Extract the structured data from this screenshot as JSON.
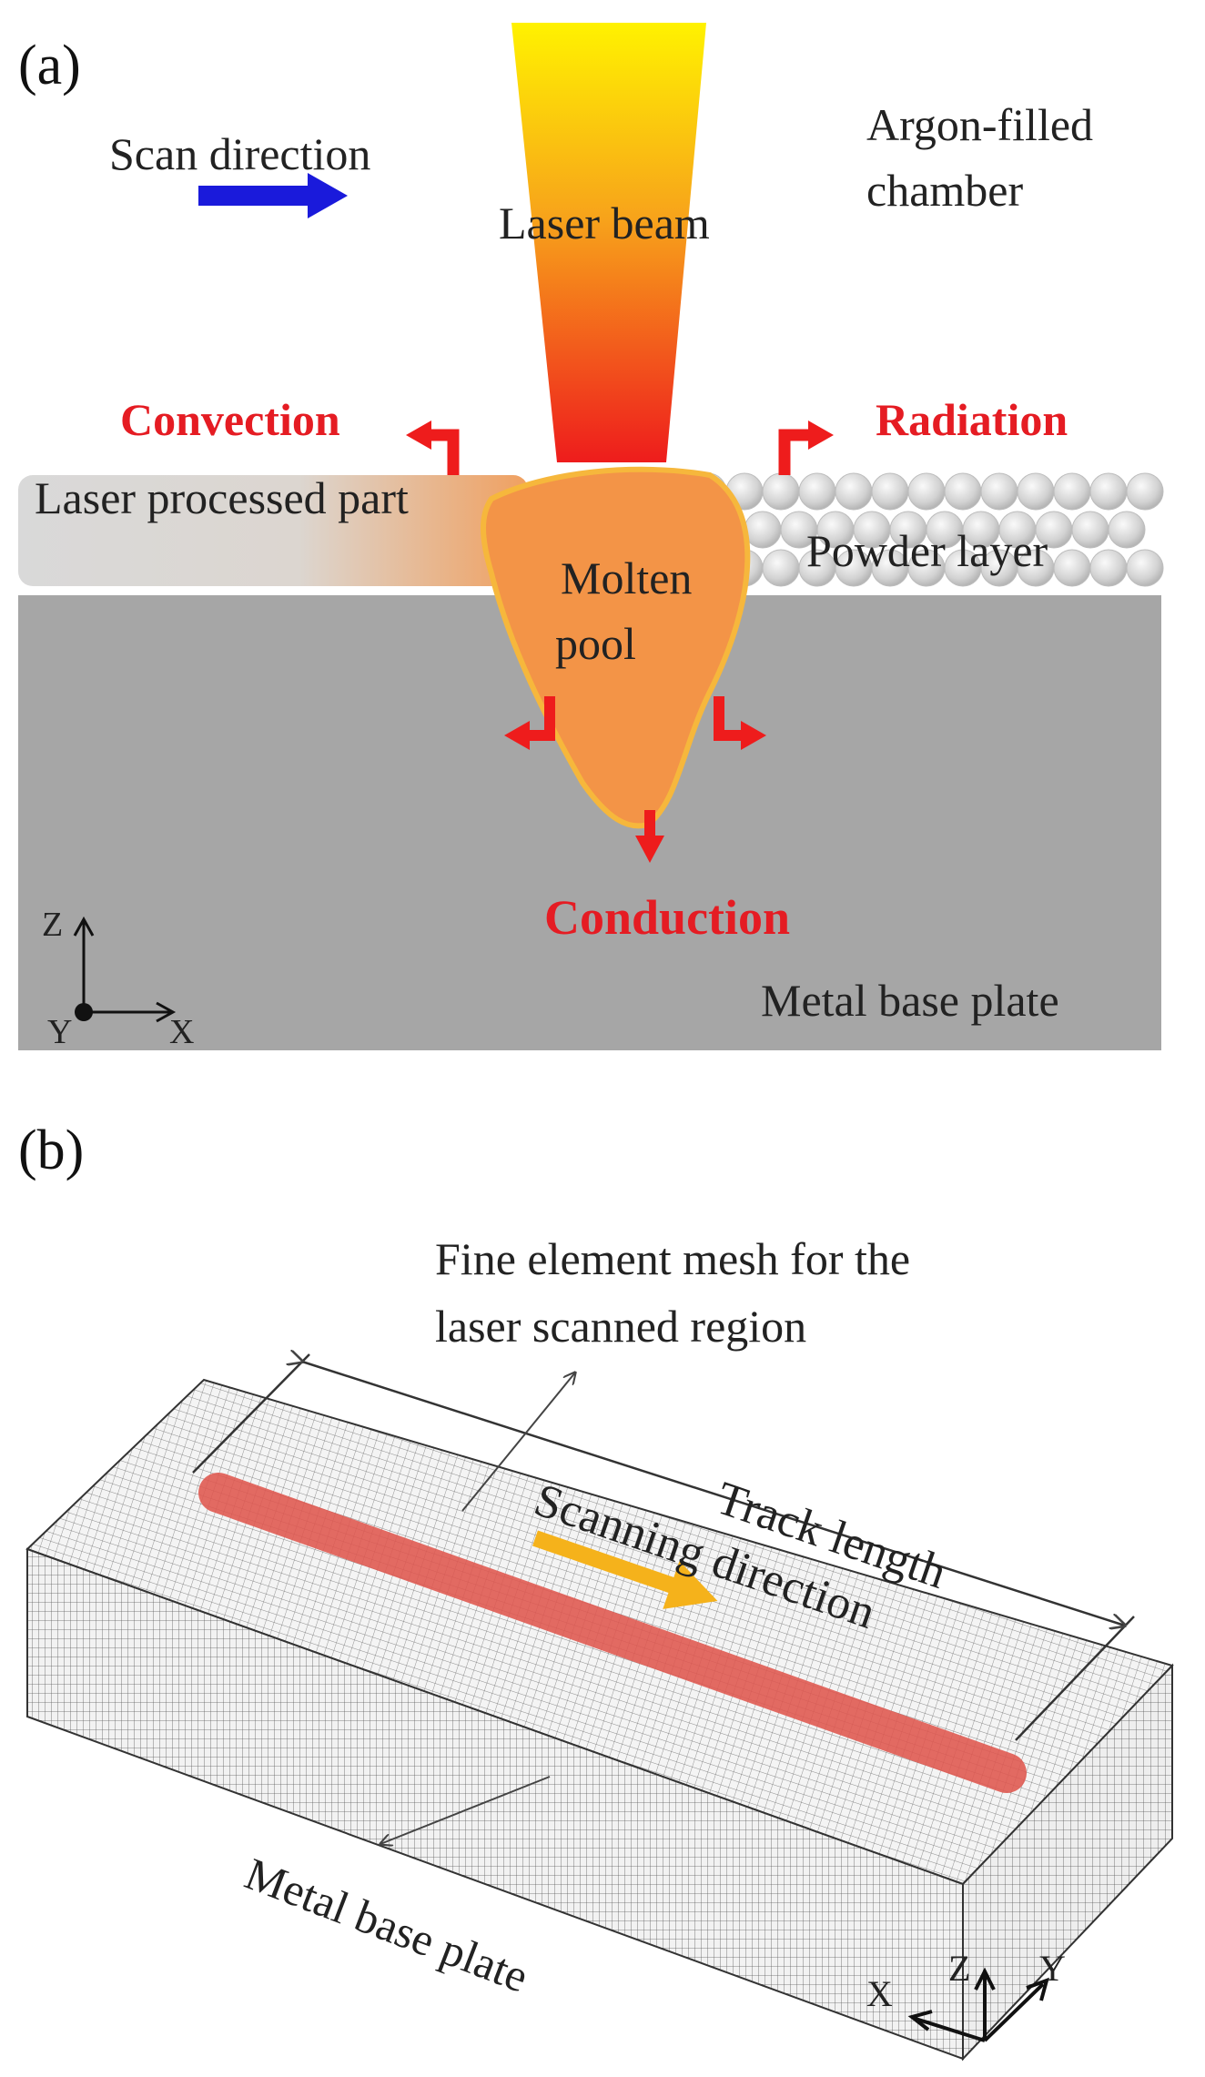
{
  "panel_a": {
    "label": "(a)",
    "scan_direction": "Scan direction",
    "chamber_line1": "Argon-filled",
    "chamber_line2": "chamber",
    "laser_beam": "Laser beam",
    "convection": "Convection",
    "radiation": "Radiation",
    "processed_part": "Laser processed part",
    "powder_layer": "Powder layer",
    "pool_line1": "Molten",
    "pool_line2": "pool",
    "conduction": "Conduction",
    "base_plate": "Metal base plate",
    "axes": {
      "z": "Z",
      "x": "X",
      "y": "Y"
    }
  },
  "panel_b": {
    "label": "(b)",
    "mesh_line1": "Fine element mesh for the",
    "mesh_line2": "laser scanned region",
    "track_length": "Track length",
    "scanning_direction": "Scanning direction",
    "base_plate": "Metal base plate",
    "axes": {
      "z": "Z",
      "x": "X",
      "y": "Y"
    }
  },
  "colors": {
    "heat_label": "#e51c23",
    "scan_arrow": "#1a1adb",
    "scanning_arrow": "#f5b21b",
    "molten_pool": "#f39447",
    "pool_outline": "#f6b73c",
    "base_plate": "#a6a6a6",
    "track": "#e0574f"
  }
}
